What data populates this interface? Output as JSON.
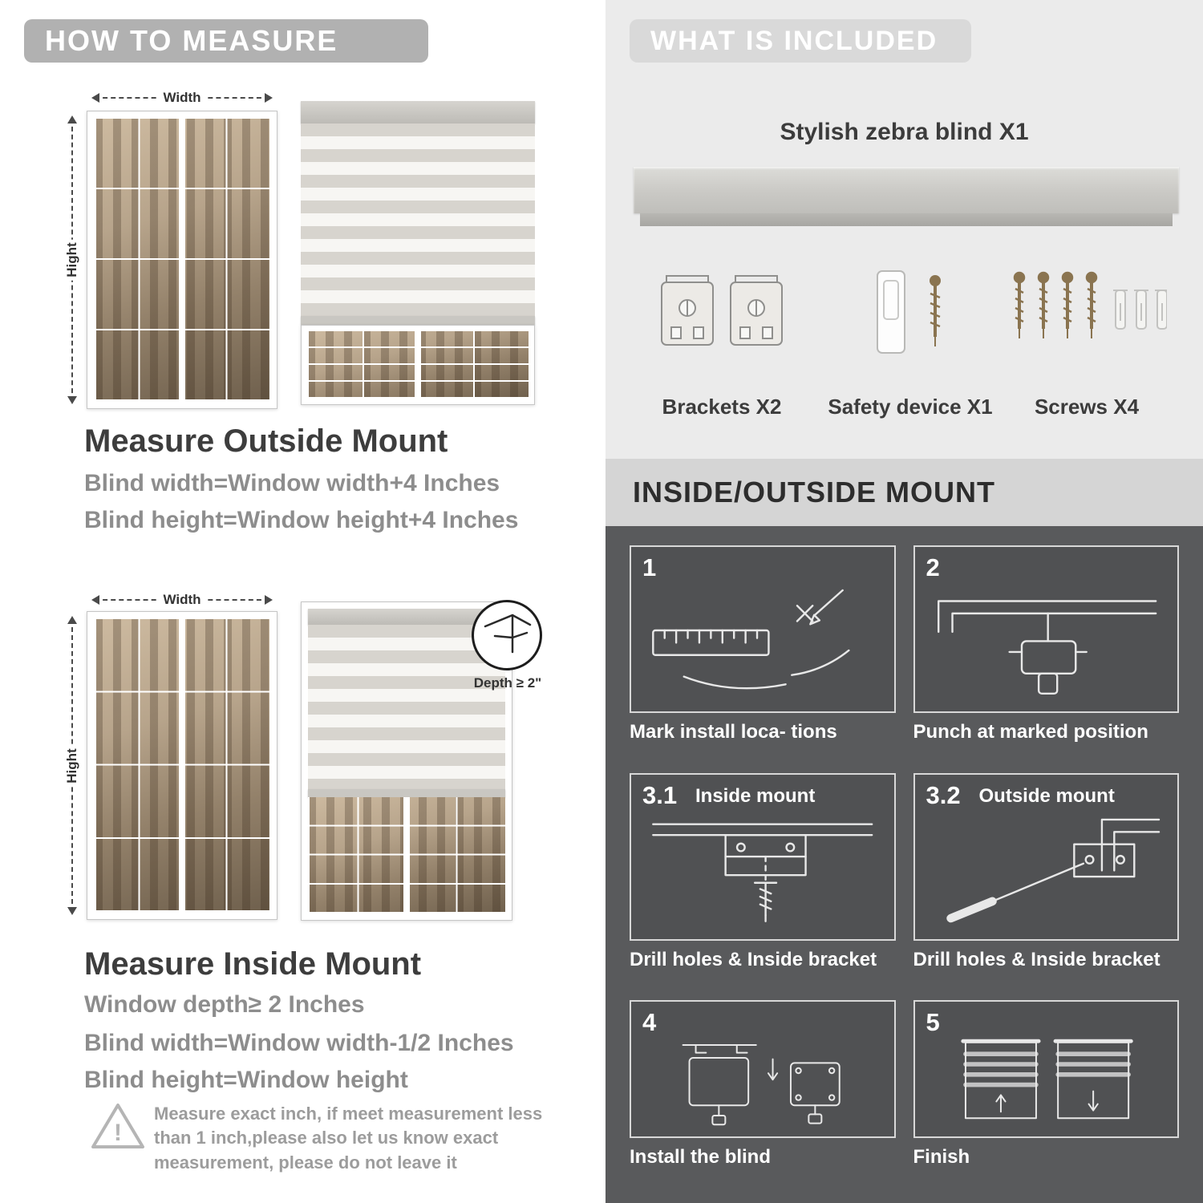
{
  "left": {
    "banner": "HOW TO MEASURE",
    "width_label": "Width",
    "height_label": "Hight",
    "outside": {
      "heading": "Measure Outside Mount",
      "lines": [
        "Blind width=Window width+4 Inches",
        "Blind height=Window height+4 Inches"
      ]
    },
    "inside": {
      "depth_label": "Depth ≥ 2\"",
      "heading": "Measure Inside Mount",
      "lines": [
        "Window depth≥ 2 Inches",
        "Blind width=Window width-1/2 Inches",
        "Blind height=Window height"
      ]
    },
    "note": {
      "mark": "!",
      "text": "Measure exact inch, if meet measurement less than 1 inch,please also let us know exact measurement, please do not leave it"
    }
  },
  "right": {
    "included": {
      "banner": "WHAT IS INCLUDED",
      "blind_label": "Stylish zebra blind X1",
      "items": [
        {
          "label": "Brackets X2"
        },
        {
          "label": "Safety device X1"
        },
        {
          "label": "Screws X4"
        }
      ]
    },
    "mount": {
      "heading": "INSIDE/OUTSIDE MOUNT",
      "steps": [
        {
          "num": "1",
          "caption": "Mark install loca- tions"
        },
        {
          "num": "2",
          "caption": "Punch at  marked position"
        },
        {
          "num": "3.1",
          "label": "Inside mount",
          "caption": "Drill holes &  Inside bracket"
        },
        {
          "num": "3.2",
          "label": "Outside mount",
          "caption": "Drill holes &  Inside bracket"
        },
        {
          "num": "4",
          "caption": "Install the blind"
        },
        {
          "num": "5",
          "caption": "Finish"
        }
      ]
    }
  },
  "colors": {
    "left_banner_bg": "#b1b1b1",
    "right_banner_bg": "#d9d9d9",
    "included_panel_bg": "#ebebeb",
    "mount_header_bg": "#d5d5d5",
    "mount_panel_bg": "#595a5c",
    "heading_text": "#3d3d3d",
    "body_text": "#8d8d8d"
  }
}
